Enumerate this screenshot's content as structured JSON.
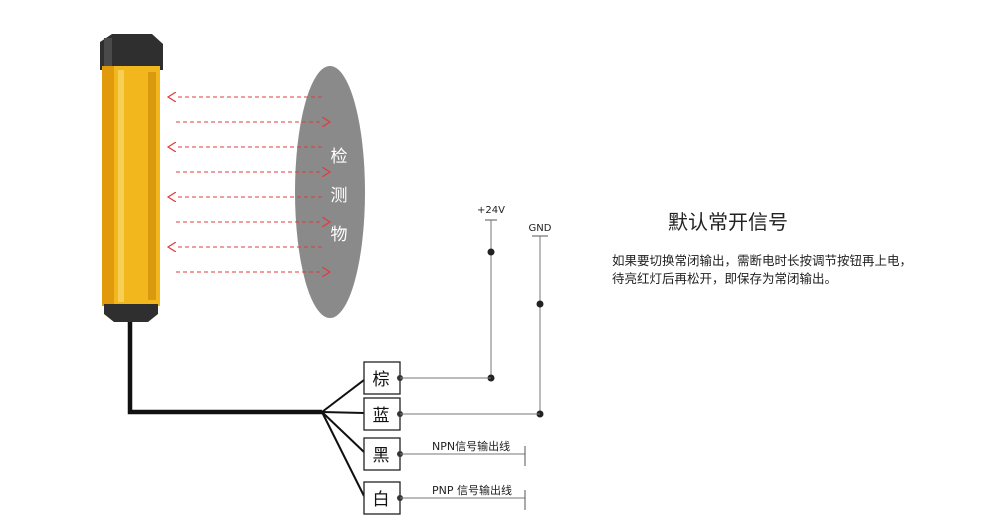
{
  "object": {
    "label_chars": [
      "检",
      "测",
      "物"
    ],
    "fill_color": "#8a8a8a"
  },
  "sensor": {
    "body_color": "#f2b71d",
    "body_shade": "#e09a0c",
    "cap_color": "#2f2f2f",
    "beam_color": "#e23b3b"
  },
  "beams": [
    {
      "direction": "left"
    },
    {
      "direction": "right"
    },
    {
      "direction": "left"
    },
    {
      "direction": "right"
    },
    {
      "direction": "left"
    },
    {
      "direction": "right"
    },
    {
      "direction": "left"
    },
    {
      "direction": "right"
    }
  ],
  "power": {
    "plus24_label": "+24V",
    "gnd_label": "GND"
  },
  "wires": [
    {
      "color_label": "棕",
      "signal_label": ""
    },
    {
      "color_label": "蓝",
      "signal_label": ""
    },
    {
      "color_label": "黑",
      "signal_label": "NPN信号输出线"
    },
    {
      "color_label": "白",
      "signal_label": "PNP 信号输出线"
    }
  ],
  "info": {
    "title": "默认常开信号",
    "line1": "如果要切换常闭输出，需断电时长按调节按钮再上电，",
    "line2": "待亮红灯后再松开，即保存为常闭输出。"
  }
}
